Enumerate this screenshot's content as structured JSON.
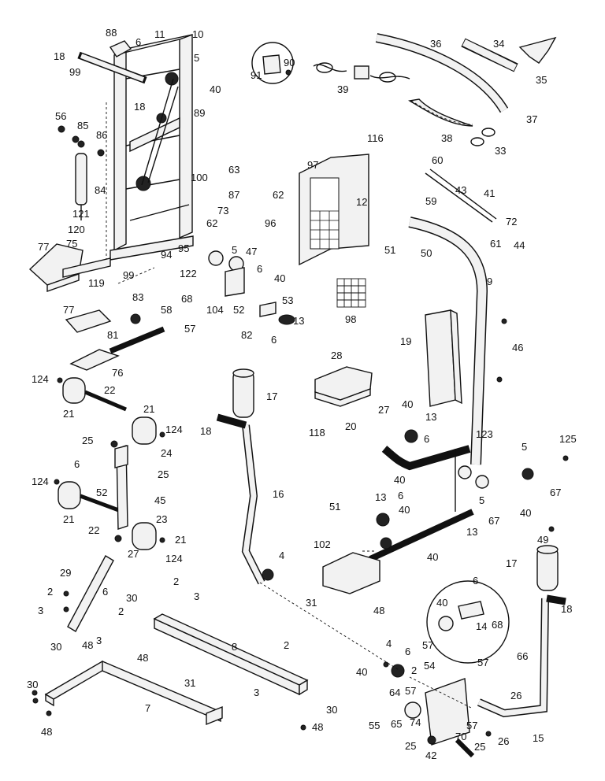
{
  "header": {
    "left_fragment": "",
    "right_fragment": ""
  },
  "callouts": [
    "2",
    "3",
    "4",
    "5",
    "6",
    "7",
    "8",
    "9",
    "10",
    "11",
    "12",
    "13",
    "14",
    "15",
    "16",
    "17",
    "18",
    "19",
    "20",
    "21",
    "22",
    "23",
    "24",
    "25",
    "26",
    "27",
    "28",
    "29",
    "30",
    "31",
    "33",
    "34",
    "35",
    "36",
    "37",
    "38",
    "39",
    "40",
    "41",
    "42",
    "43",
    "44",
    "45",
    "46",
    "47",
    "48",
    "49",
    "50",
    "51",
    "52",
    "53",
    "54",
    "55",
    "56",
    "57",
    "58",
    "59",
    "60",
    "61",
    "62",
    "63",
    "64",
    "65",
    "66",
    "67",
    "68",
    "70",
    "72",
    "73",
    "74",
    "75",
    "76",
    "77",
    "81",
    "82",
    "83",
    "84",
    "85",
    "86",
    "87",
    "88",
    "89",
    "90",
    "91",
    "94",
    "95",
    "96",
    "97",
    "98",
    "99",
    "100",
    "102",
    "104",
    "116",
    "118",
    "119",
    "120",
    "121",
    "122",
    "123",
    "124",
    "125"
  ]
}
